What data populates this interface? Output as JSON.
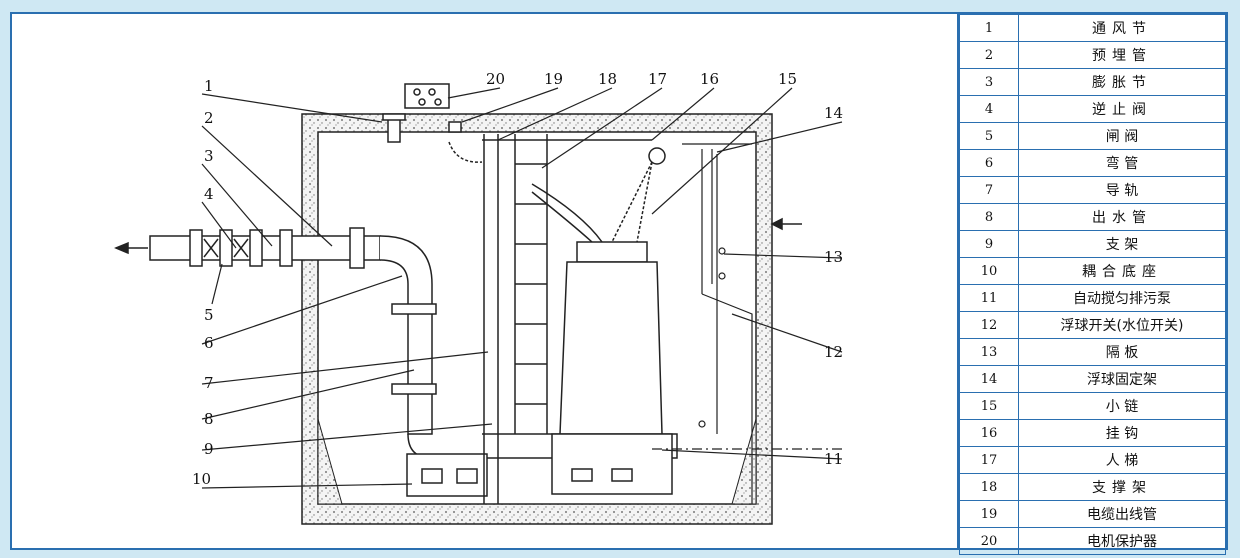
{
  "legend": [
    {
      "num": "1",
      "name": "通风节"
    },
    {
      "num": "2",
      "name": "预埋管"
    },
    {
      "num": "3",
      "name": "膨胀节"
    },
    {
      "num": "4",
      "name": "逆止阀"
    },
    {
      "num": "5",
      "name": "闸    阀"
    },
    {
      "num": "6",
      "name": "弯    管"
    },
    {
      "num": "7",
      "name": "导    轨"
    },
    {
      "num": "8",
      "name": "出水管"
    },
    {
      "num": "9",
      "name": "支    架"
    },
    {
      "num": "10",
      "name": "耦合底座"
    },
    {
      "num": "11",
      "name": "自动搅匀排污泵"
    },
    {
      "num": "12",
      "name": "浮球开关(水位开关)"
    },
    {
      "num": "13",
      "name": "隔    板"
    },
    {
      "num": "14",
      "name": "浮球固定架"
    },
    {
      "num": "15",
      "name": "小    链"
    },
    {
      "num": "16",
      "name": "挂    钩"
    },
    {
      "num": "17",
      "name": "人    梯"
    },
    {
      "num": "18",
      "name": "支撑架"
    },
    {
      "num": "19",
      "name": "电缆出线管"
    },
    {
      "num": "20",
      "name": "电机保护器"
    }
  ],
  "callouts": [
    "1",
    "2",
    "3",
    "4",
    "5",
    "6",
    "7",
    "8",
    "9",
    "10",
    "11",
    "12",
    "13",
    "14",
    "15",
    "16",
    "17",
    "18",
    "19",
    "20"
  ]
}
